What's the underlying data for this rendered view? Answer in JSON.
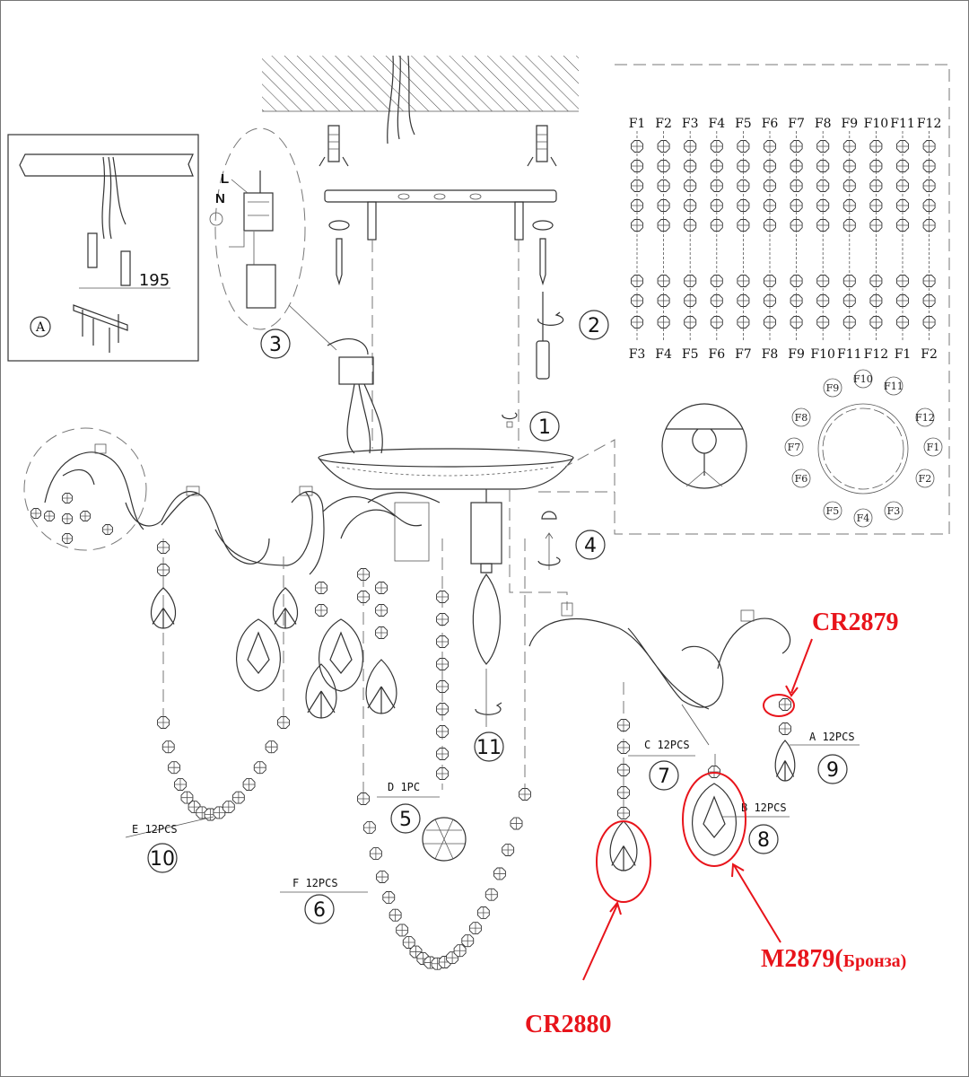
{
  "inset": {
    "label": "A",
    "dimension": "195"
  },
  "wiring": {
    "live": "L",
    "neutral": "N"
  },
  "steps": [
    "1",
    "2",
    "3",
    "4",
    "5",
    "6",
    "7",
    "8",
    "9",
    "10",
    "11"
  ],
  "parts": {
    "a": "A 12PCS",
    "b": "B 12PCS",
    "c": "C 12PCS",
    "d": "D 1PC",
    "e": "E 12PCS",
    "f": "F 12PCS"
  },
  "grid": {
    "top_labels": [
      "F1",
      "F2",
      "F3",
      "F4",
      "F5",
      "F6",
      "F7",
      "F8",
      "F9",
      "F10",
      "F11",
      "F12"
    ],
    "bottom_labels": [
      "F3",
      "F4",
      "F5",
      "F6",
      "F7",
      "F8",
      "F9",
      "F10",
      "F11",
      "F12",
      "F1",
      "F2"
    ]
  },
  "ring_labels": [
    "F1",
    "F2",
    "F3",
    "F4",
    "F5",
    "F6",
    "F7",
    "F8",
    "F9",
    "F10",
    "F11",
    "F12"
  ],
  "annotations": {
    "cr2879": "CR2879",
    "cr2880": "CR2880",
    "m2879": "M2879(",
    "m2879_suffix": "Бронза)",
    "color": "#e8141b"
  }
}
